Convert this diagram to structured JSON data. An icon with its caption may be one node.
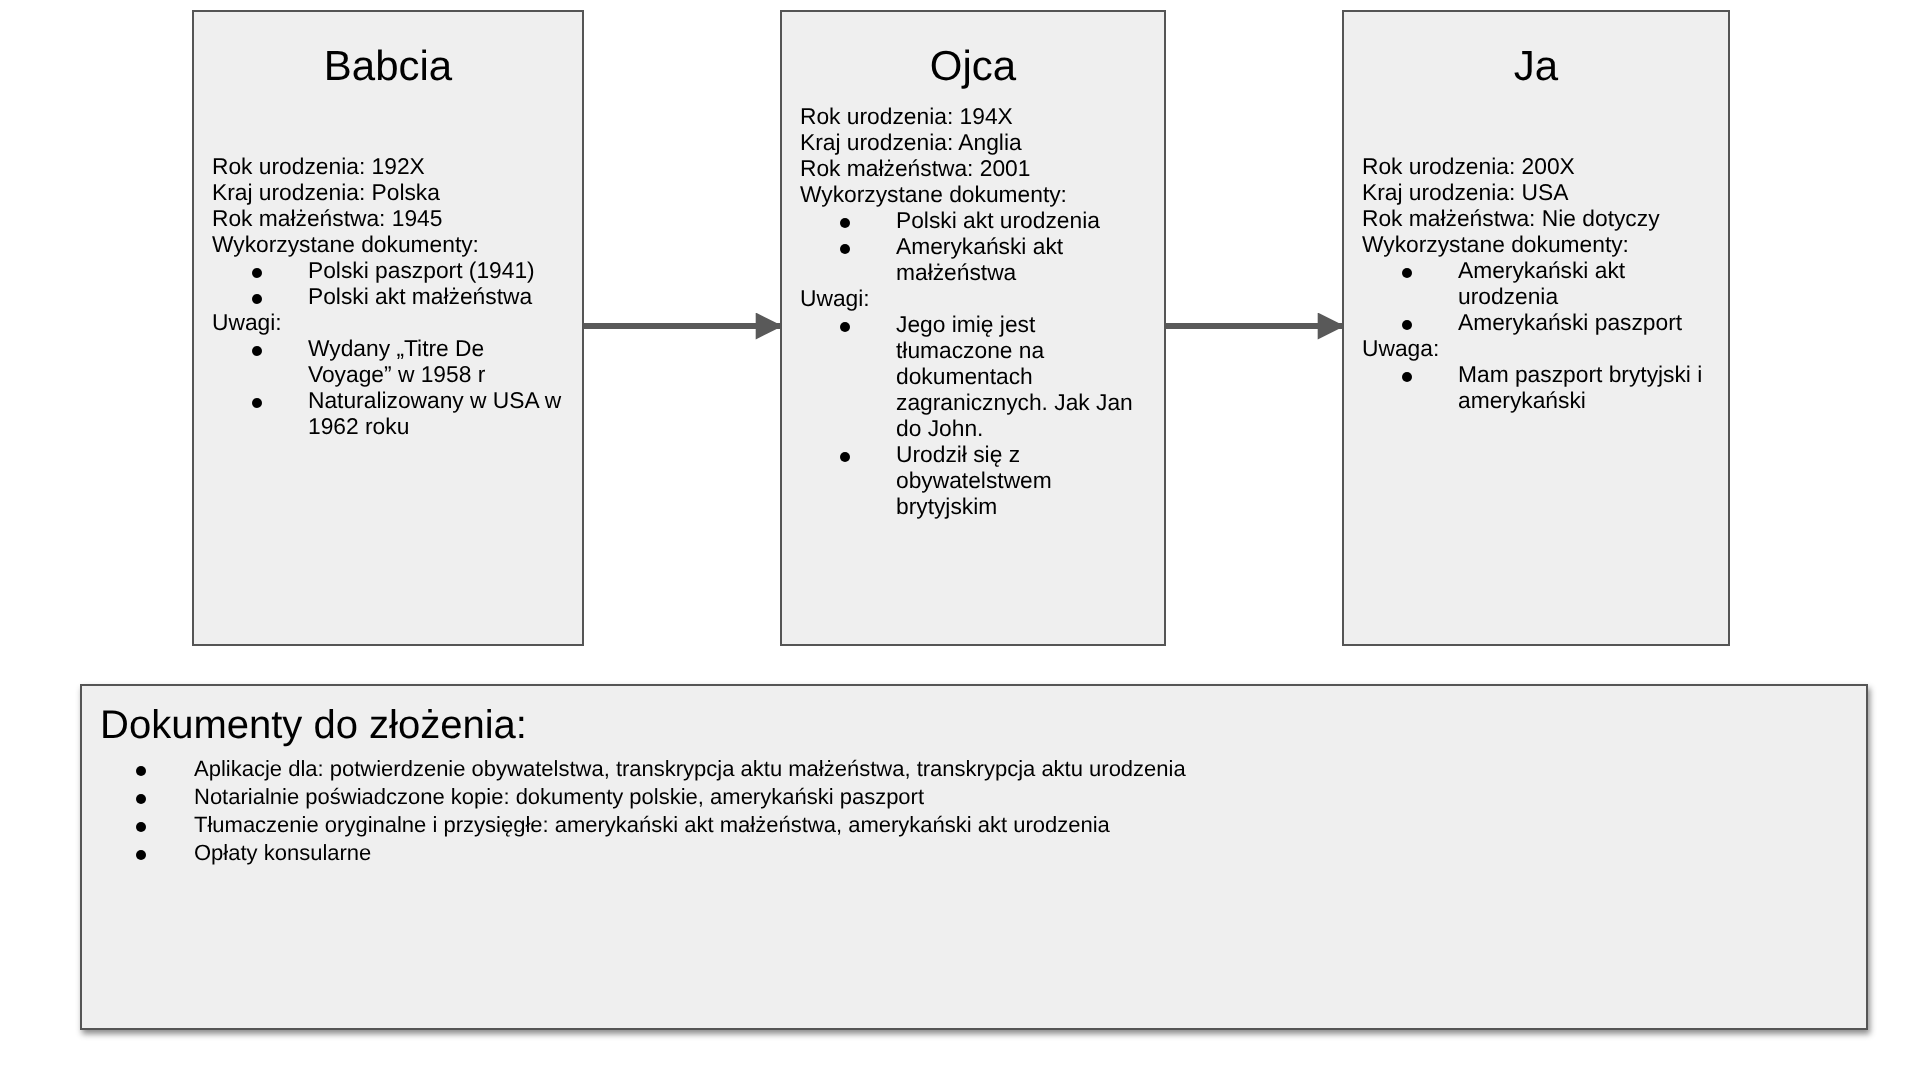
{
  "diagram": {
    "nodes": [
      {
        "text": [
          "Babcia",
          "Rok urodzenia: 192X",
          "Kraj urodzenia: Polska",
          "Rok małżeństwa: 1945",
          "Wykorzystane dokumenty:",
          "Polski paszport (1941)",
          "Polski akt małżeństwa",
          "Uwagi:",
          "Wydany „Titre De Voyage” w 1958 r",
          "Naturalizowany w USA w 1962 roku"
        ]
      },
      {
        "text": [
          "Ojca",
          "Rok urodzenia: 194X",
          "Kraj urodzenia: Anglia",
          "Rok małżeństwa: 2001",
          "Wykorzystane dokumenty:",
          "Polski akt urodzenia",
          "Amerykański akt małżeństwa",
          "Uwagi:",
          "Jego imię jest tłumaczone na dokumentach zagranicznych. Jak Jan do John.",
          "Urodził się z obywatelstwem brytyjskim"
        ]
      },
      {
        "text": [
          "Ja",
          "Rok urodzenia: 200X",
          "Kraj urodzenia: USA",
          "Rok małżeństwa: Nie dotyczy",
          "Wykorzystane dokumenty:",
          "Amerykański akt urodzenia",
          "Amerykański paszport",
          "Uwaga:",
          "Mam paszport brytyjski i amerykański"
        ]
      },
      {
        "text": [
          "Dokumenty do złożenia:",
          "Aplikacje dla: potwierdzenie obywatelstwa, transkrypcja aktu małżeństwa, transkrypcja aktu urodzenia",
          "Notarialnie poświadczone kopie: dokumenty polskie, amerykański paszport",
          "Tłumaczenie oryginalne i przysięgłe: amerykański akt małżeństwa, amerykański akt urodzenia",
          "Opłaty konsularne"
        ]
      }
    ],
    "edges": [
      {
        "from": 0,
        "to": 1,
        "arrow": "to"
      },
      {
        "from": 1,
        "to": 2,
        "arrow": "to"
      }
    ]
  }
}
